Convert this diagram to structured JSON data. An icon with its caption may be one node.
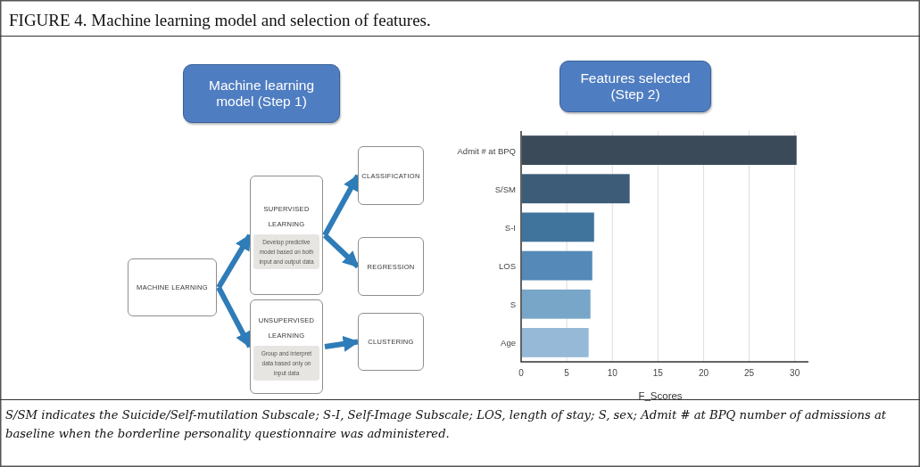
{
  "diagram": {
    "title": "FIGURE 4. Machine learning model and selection of features.",
    "caption": "S/SM indicates the Suicide/Self-mutilation  Subscale; S-I, Self-Image Subscale; LOS, length of stay; S, sex; Admit # at BPQ number of admissions at baseline when the borderline personality questionnaire was administered.",
    "nodes": [
      {
        "text": [
          "Machine learning model (Step 1)"
        ]
      },
      {
        "text": [
          "Features selected (Step 2)"
        ]
      },
      {
        "text": [
          "MACHINE LEARNING"
        ]
      },
      {
        "text": [
          "SUPERVISED LEARNING",
          "Develop predictive model based on both input and output data"
        ]
      },
      {
        "text": [
          "CLASSIFICATION"
        ]
      },
      {
        "text": [
          "REGRESSION"
        ]
      },
      {
        "text": [
          "UNSUPERVISED LEARNING",
          "Group and interpret data based only on input data"
        ]
      },
      {
        "text": [
          "CLUSTERING"
        ]
      }
    ],
    "edges": [
      {
        "from": 2,
        "to": 3,
        "arrow": "to"
      },
      {
        "from": 2,
        "to": 6,
        "arrow": "to"
      },
      {
        "from": 3,
        "to": 4,
        "arrow": "to"
      },
      {
        "from": 3,
        "to": 5,
        "arrow": "to"
      },
      {
        "from": 6,
        "to": 7,
        "arrow": "to"
      }
    ],
    "chart_data": {
      "type": "bar",
      "orientation": "horizontal",
      "xlabel": "F_Scores",
      "categories": [
        "Admit # at BPQ",
        "S/SM",
        "S-I",
        "LOS",
        "S",
        "Age"
      ],
      "series": [
        {
          "color": [
            "#3a4a59",
            "#3d5c78",
            "#41749d",
            "#5589b8",
            "#77a6c9",
            "#95b9d6"
          ],
          "values": [
            30.2,
            11.9,
            8.0,
            7.8,
            7.6,
            7.4
          ]
        }
      ],
      "grid": true,
      "xlim": [
        0,
        31.5
      ],
      "xticks": [
        0,
        5,
        10,
        15,
        20,
        25,
        30
      ]
    }
  }
}
